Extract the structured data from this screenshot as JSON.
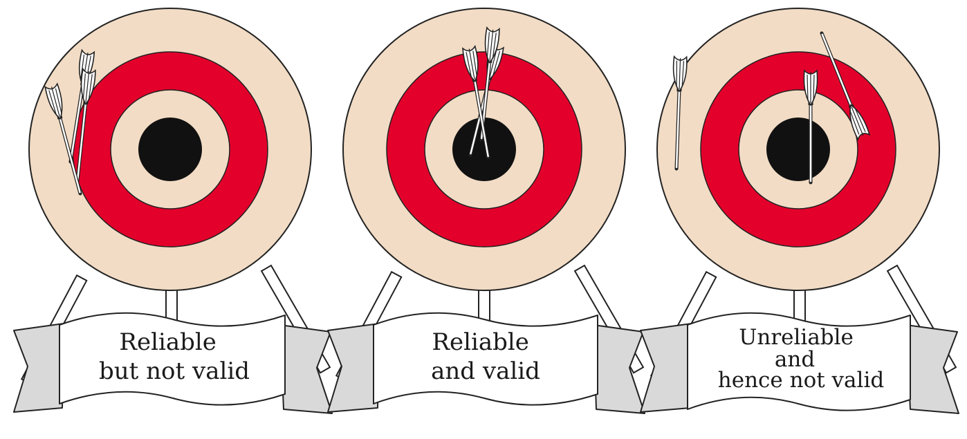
{
  "targets": [
    {
      "id": "left",
      "label_lines": [
        "Reliable",
        "but not valid"
      ]
    },
    {
      "id": "middle",
      "label_lines": [
        "Reliable",
        "and valid"
      ]
    },
    {
      "id": "right",
      "label_lines": [
        "Unreliable",
        "and",
        "hence not valid"
      ]
    }
  ],
  "colors": {
    "outer_ring": "#f2dcc5",
    "red_ring": "#e3002b",
    "bullseye": "#111111",
    "banner": "#ffffff"
  }
}
